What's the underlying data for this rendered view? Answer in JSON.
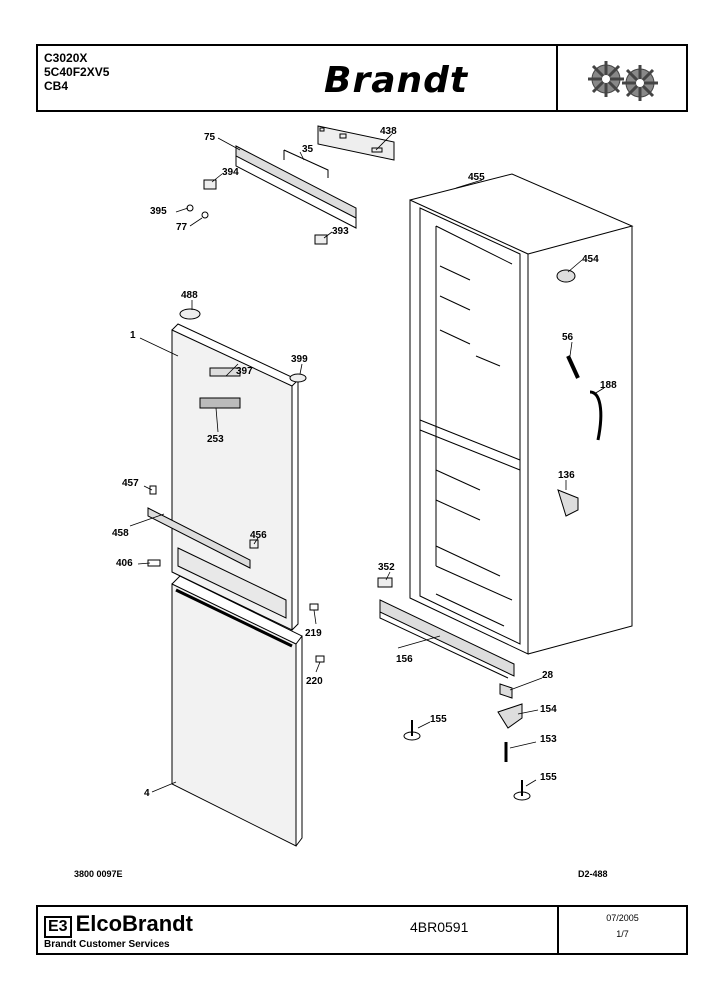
{
  "header": {
    "model_lines": [
      "C3020X",
      "5C40F2XV5",
      "CB4"
    ],
    "brand": "Brandt"
  },
  "part_labels": [
    "75",
    "438",
    "35",
    "394",
    "395",
    "77",
    "393",
    "455",
    "454",
    "488",
    "1",
    "399",
    "397",
    "253",
    "56",
    "188",
    "136",
    "457",
    "458",
    "456",
    "406",
    "352",
    "219",
    "156",
    "220",
    "28",
    "155",
    "154",
    "153",
    "155",
    "4"
  ],
  "footer": {
    "logo": "ElcoBrandt",
    "logo_mark": "E3",
    "subtitle": "Brandt Customer Services",
    "reference": "4BR0591",
    "date": "07/2005",
    "page": "1/7"
  },
  "doc_left": "3800 0097E",
  "doc_right": "D2-488"
}
